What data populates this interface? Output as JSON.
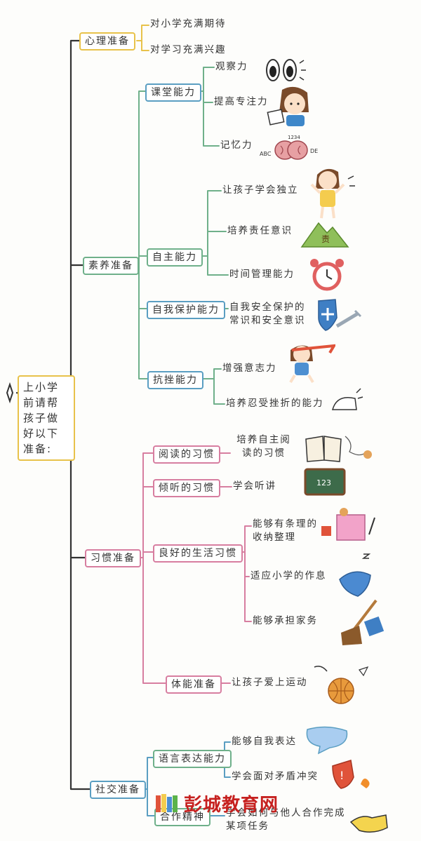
{
  "root": "上小学前请帮孩子做好以下准备:",
  "branches": {
    "xinli": {
      "label": "心理准备",
      "items": [
        "对小学充满期待",
        "对学习充满兴趣"
      ]
    },
    "suyang": {
      "label": "素养准备",
      "ketang": {
        "label": "课堂能力",
        "items": [
          "观察力",
          "提高专注力",
          "记忆力"
        ]
      },
      "zizhu": {
        "label": "自主能力",
        "items": [
          "让孩子学会独立",
          "培养责任意识",
          "时间管理能力"
        ]
      },
      "ziwo": {
        "label": "自我保护能力",
        "items": [
          "自我安全保护的常识和安全意识"
        ]
      },
      "kangcuo": {
        "label": "抗挫能力",
        "items": [
          "增强意志力",
          "培养忍受挫折的能力"
        ]
      }
    },
    "xiguan": {
      "label": "习惯准备",
      "yuedu": {
        "label": "阅读的习惯",
        "items": [
          "培养自主阅读的习惯"
        ]
      },
      "qingting": {
        "label": "倾听的习惯",
        "items": [
          "学会听讲"
        ]
      },
      "shenghuo": {
        "label": "良好的生活习惯",
        "items": [
          "能够有条理的收纳整理",
          "适应小学的作息",
          "能够承担家务"
        ]
      },
      "tineng": {
        "label": "体能准备",
        "items": [
          "让孩子爱上运动"
        ]
      }
    },
    "shejiao": {
      "label": "社交准备",
      "yuyan": {
        "label": "语言表达能力",
        "items": [
          "能够自我表达",
          "学会面对矛盾冲突"
        ]
      },
      "hezuo": {
        "label": "合作精神",
        "items": [
          "学会如何与他人合作完成某项任务"
        ]
      }
    }
  },
  "illustrations": {
    "abc": "ABC",
    "de": "DE",
    "nums": "1234",
    "board": "123",
    "brain": "brain-icon",
    "eyes": "eyes-icon"
  },
  "watermark": "彭城教育网",
  "colors": {
    "yellow": "#e8c24a",
    "green": "#6fb08a",
    "blue": "#5a9ec2",
    "pink": "#d77ea0",
    "trunk": "#333333"
  }
}
